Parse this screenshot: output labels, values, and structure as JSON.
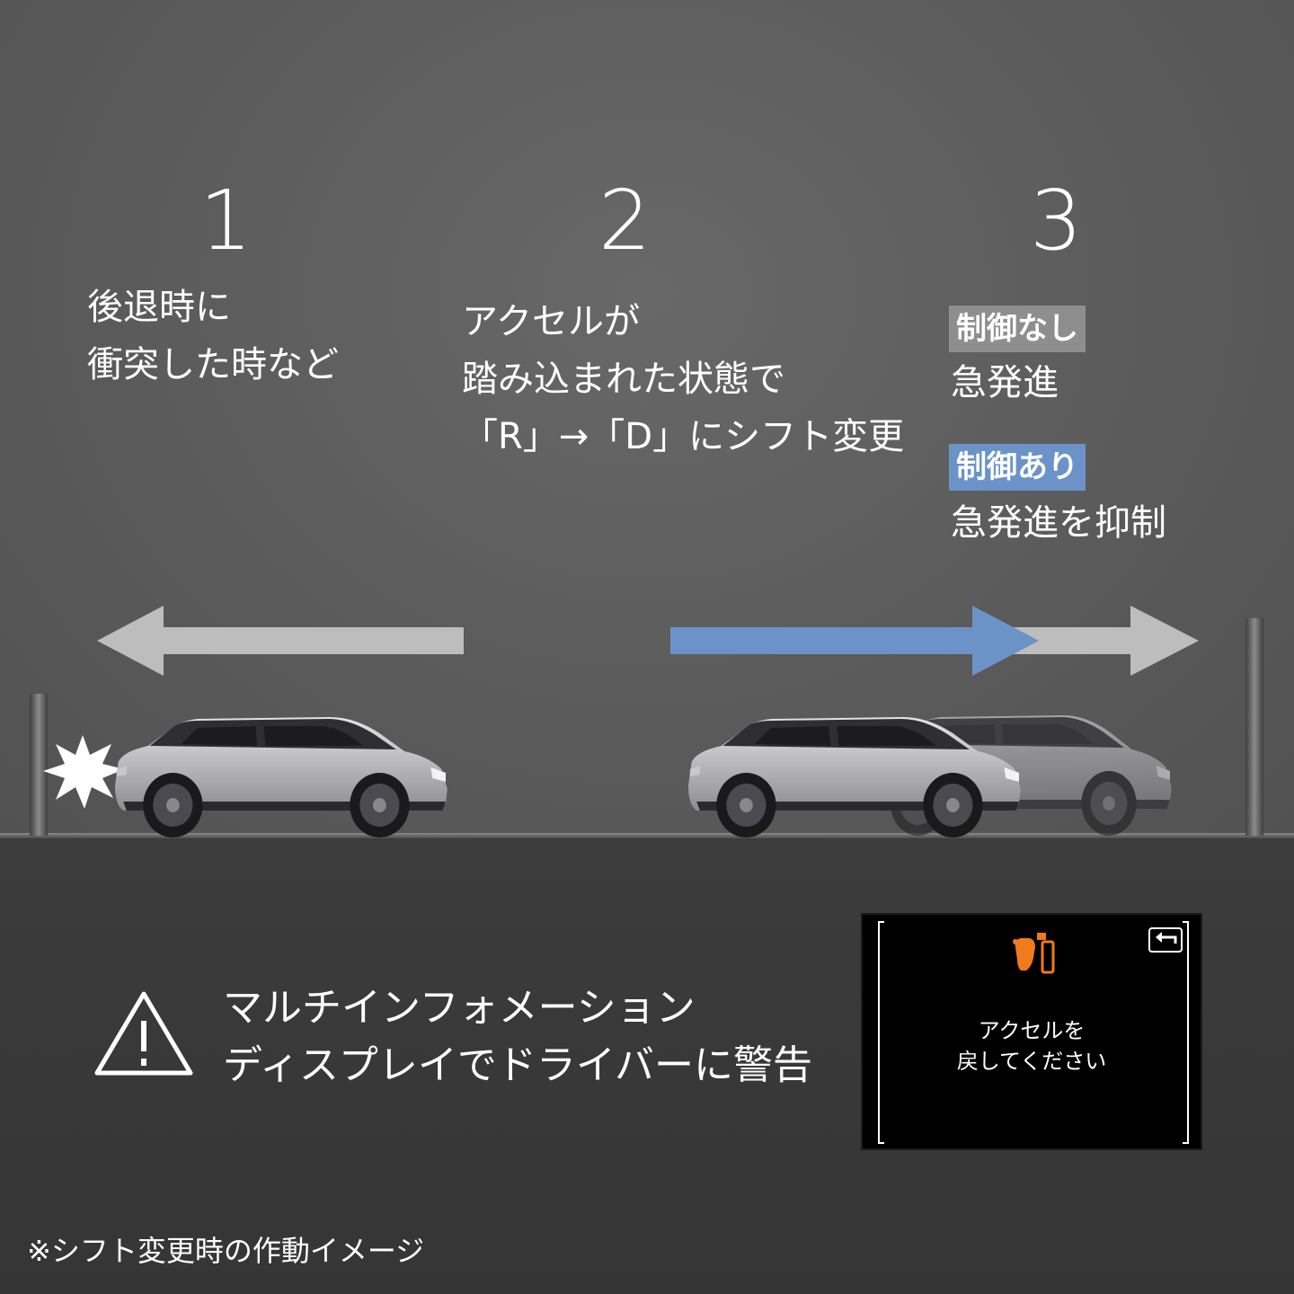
{
  "steps": [
    {
      "number": "1",
      "text": "後退時に\n衝突した時など"
    },
    {
      "number": "2",
      "text": "アクセルが\n踏み込まれた状態で\n「R」→「D」にシフト変更"
    },
    {
      "number": "3"
    }
  ],
  "outcomes": {
    "without_control": {
      "tag": "制御なし",
      "result": "急発進"
    },
    "with_control": {
      "tag": "制御あり",
      "result": "急発進を抑制"
    }
  },
  "warning": {
    "icon": "warning-triangle-icon",
    "text": "マルチインフォメーション\nディスプレイでドライバーに警告"
  },
  "display": {
    "icon": "foot-on-pedal-icon",
    "back_icon": "back-arrow-icon",
    "message": "アクセルを\n戻してください",
    "icon_color": "#f07a1e"
  },
  "footnote": "※シフト変更時の作動イメージ",
  "colors": {
    "arrow_gray": "#bdbdbd",
    "arrow_blue": "#6b93c7",
    "tag_gray": "#8e8e8e",
    "tag_blue": "#6b93c7"
  }
}
